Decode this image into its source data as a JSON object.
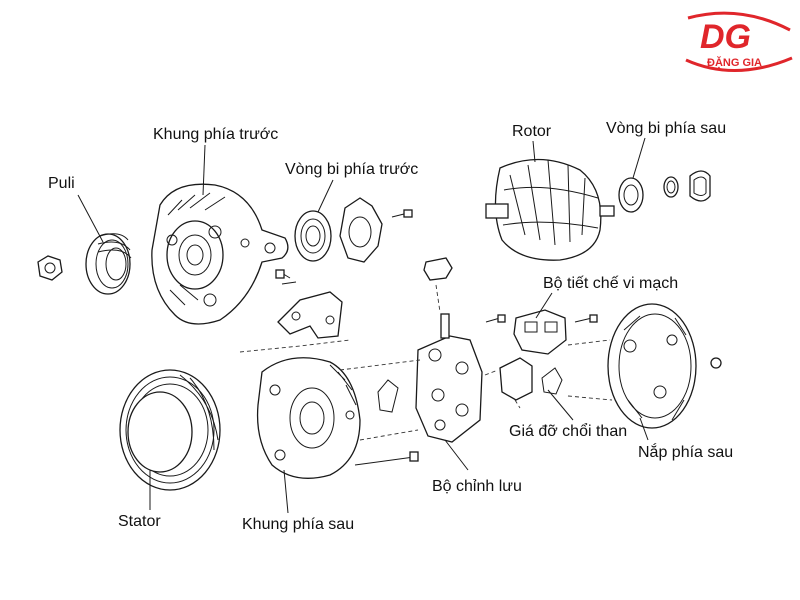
{
  "brand": {
    "logo_mark": "DG",
    "logo_name": "ĐẶNG GIA",
    "color": "#e0262b"
  },
  "labels": {
    "puli": "Puli",
    "khung_truoc": "Khung phía trước",
    "vong_bi_truoc": "Vòng bi phía trước",
    "rotor": "Rotor",
    "vong_bi_sau": "Vòng bi phía sau",
    "bo_tiet_che": "Bộ tiết chế vi mạch",
    "gia_do_choi_than": "Giá đỡ chổi than",
    "nap_sau": "Nắp phía sau",
    "bo_chinh_luu": "Bộ chỉnh lưu",
    "stator": "Stator",
    "khung_sau": "Khung phía sau"
  }
}
